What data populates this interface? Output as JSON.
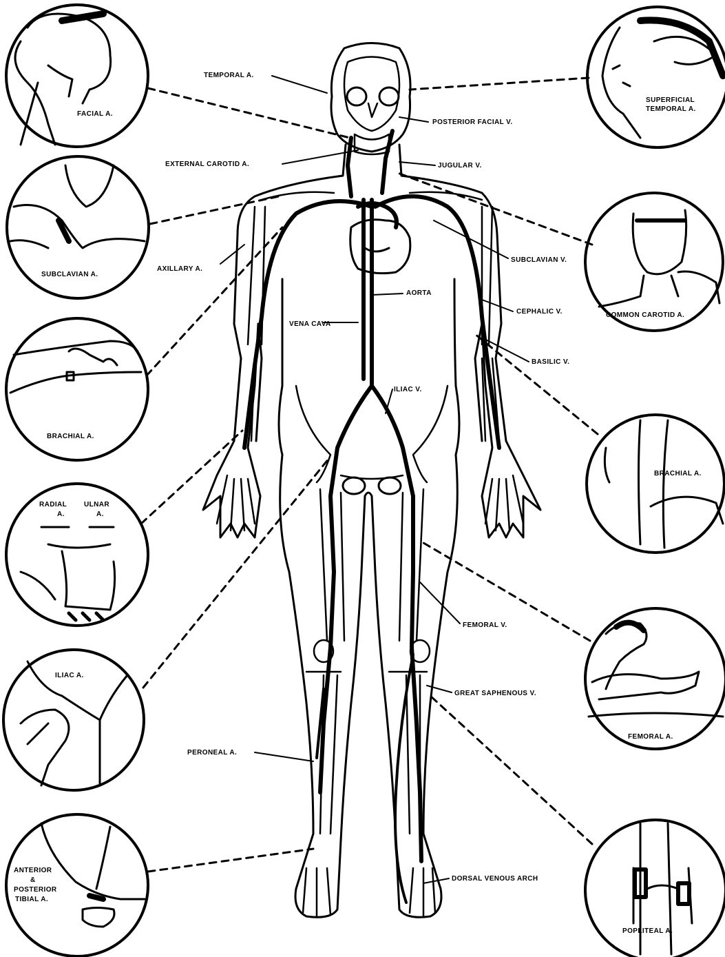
{
  "labels": {
    "temporal_a": "TEMPORAL A.",
    "posterior_facial_v": "POSTERIOR FACIAL V.",
    "external_carotid_a": "EXTERNAL CAROTID A.",
    "jugular_v": "JUGULAR V.",
    "axillary_a": "AXILLARY A.",
    "subclavian_v": "SUBCLAVIAN V.",
    "aorta": "AORTA",
    "cephalic_v": "CEPHALIC V.",
    "vena_cava": "VENA CAVA",
    "basilic_v": "BASILIC V.",
    "iliac_v": "ILIAC V.",
    "femoral_v": "FEMORAL V.",
    "great_saphenous_v": "GREAT SAPHENOUS V.",
    "peroneal_a": "PERONEAL A.",
    "dorsal_venous_arch": "DORSAL VENOUS ARCH"
  },
  "insets": {
    "facial_a": "FACIAL A.",
    "superficial_temporal_a": [
      "SUPERFICIAL",
      "TEMPORAL A."
    ],
    "subclavian_a": "SUBCLAVIAN A.",
    "common_carotid_a": "COMMON CAROTID A.",
    "brachial_a_left": "BRACHIAL A.",
    "brachial_a_right": "BRACHIAL A.",
    "radial_ulnar": [
      "RADIAL",
      "ULNAR",
      "A.",
      "A."
    ],
    "femoral_a": "FEMORAL A.",
    "iliac_a": "ILIAC A.",
    "popliteal_a": "POPLITEAL A.",
    "anterior_posterior_tibial_a": [
      "ANTERIOR",
      "&",
      "POSTERIOR",
      "TIBIAL A."
    ]
  }
}
